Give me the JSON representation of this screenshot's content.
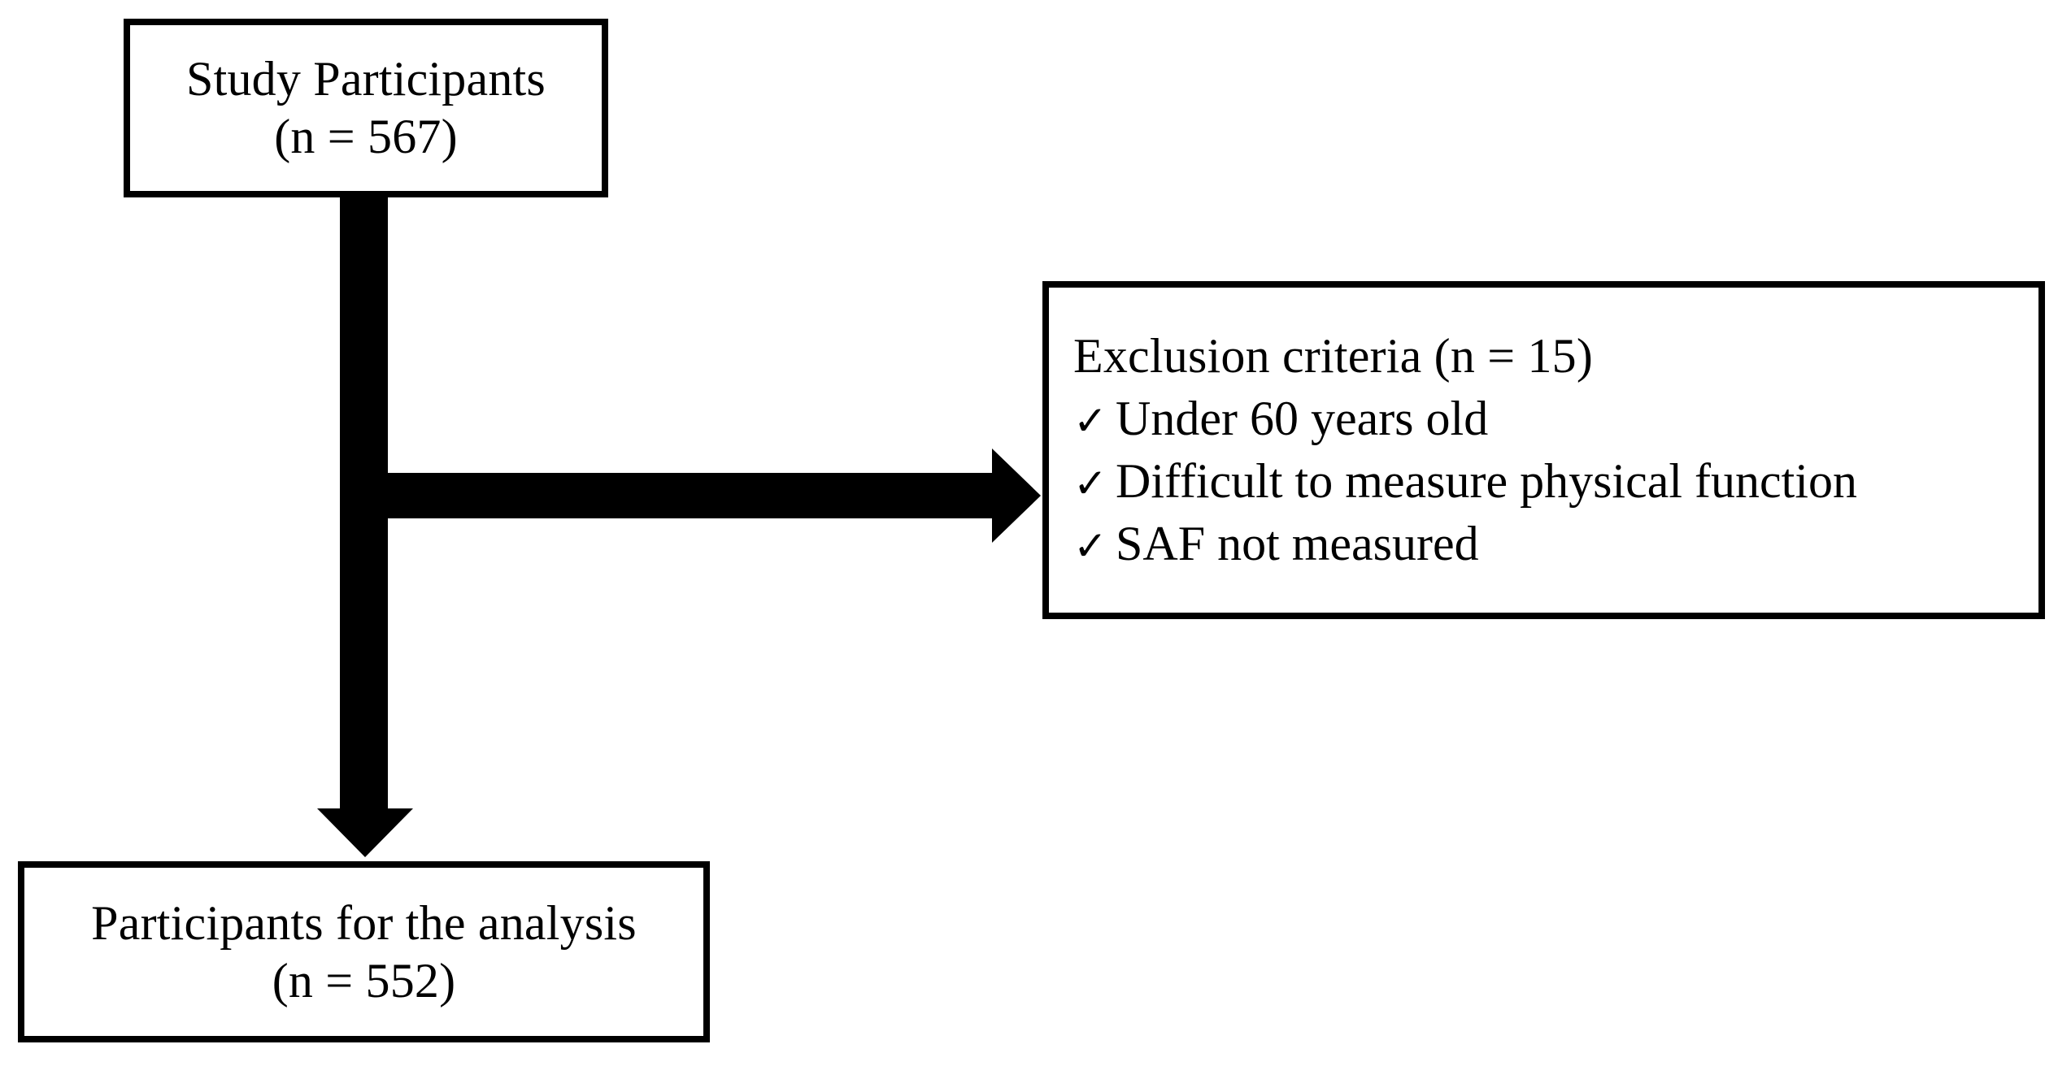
{
  "diagram": {
    "type": "study-flow-diagram",
    "colors": {
      "background": "#ffffff",
      "stroke": "#000000",
      "text": "#000000"
    },
    "boxes": {
      "study_participants": {
        "line1": "Study Participants",
        "line2": "(n = 567)"
      },
      "exclusion_criteria": {
        "heading": "Exclusion criteria (n = 15)",
        "check_glyph": "✓",
        "items": [
          "Under 60 years old",
          "Difficult to measure physical function",
          "SAF not measured"
        ]
      },
      "analysis_participants": {
        "line1": "Participants for the analysis",
        "line2": "(n = 552)"
      }
    },
    "connectors": {
      "trunk_label": "vertical-flow-arrow",
      "branch_label": "exclusion-branch-arrow"
    }
  }
}
